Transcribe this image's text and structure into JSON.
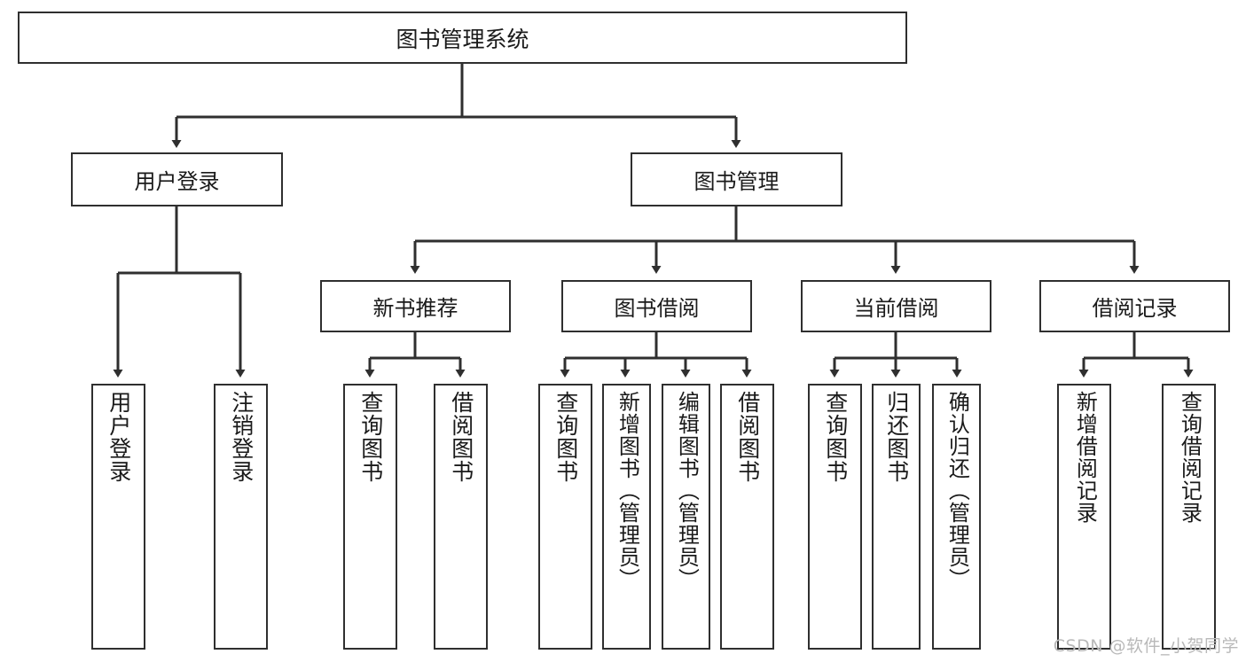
{
  "diagram": {
    "title": "图书管理系统",
    "watermark": "CSDN @软件_小贺同学",
    "line_color": "#2f2f2f",
    "background_color": "#ffffff",
    "text_color": "#1a1a1a",
    "watermark_color": "#b9b9b9"
  },
  "nodes": {
    "root": "图书管理系统",
    "level1": [
      "用户登录",
      "图书管理"
    ],
    "level2": [
      "新书推荐",
      "图书借阅",
      "当前借阅",
      "借阅记录"
    ],
    "leaves": {
      "user_login": [
        "用户登录",
        "注销登录"
      ],
      "new_book": [
        "查询图书",
        "借阅图书"
      ],
      "borrow_book": [
        "查询图书",
        "新增图书（管理员）",
        "编辑图书（管理员）",
        "借阅图书"
      ],
      "current_borrow": [
        "查询图书",
        "归还图书",
        "确认归还（管理员）"
      ],
      "borrow_record": [
        "新增借阅记录",
        "查询借阅记录"
      ]
    }
  }
}
